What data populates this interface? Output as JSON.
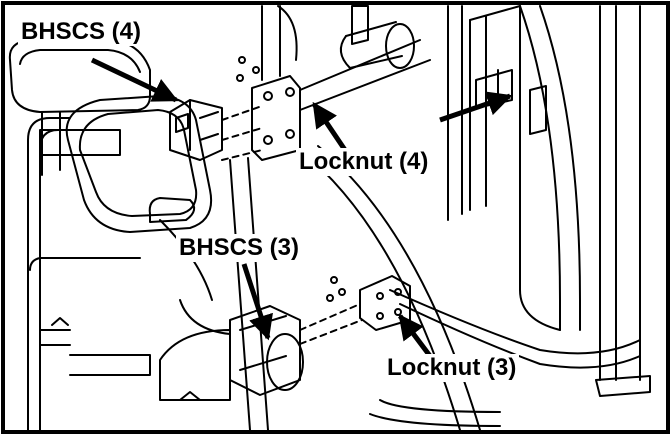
{
  "callouts": {
    "bhscs_top": "BHSCS (4)",
    "locknut_top": "Locknut (4)",
    "bhscs_bottom": "BHSCS (3)",
    "locknut_bottom": "Locknut (3)"
  },
  "colors": {
    "line": "#000000",
    "background": "#ffffff"
  }
}
